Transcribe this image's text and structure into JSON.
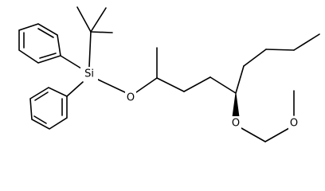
{
  "molecule": {
    "atoms": {
      "si": "Si",
      "o_silyl_ether": "O",
      "o_mom_inner": "O",
      "o_mom_outer": "O"
    },
    "colors": {
      "bond": "#000000",
      "background": "#ffffff"
    }
  }
}
